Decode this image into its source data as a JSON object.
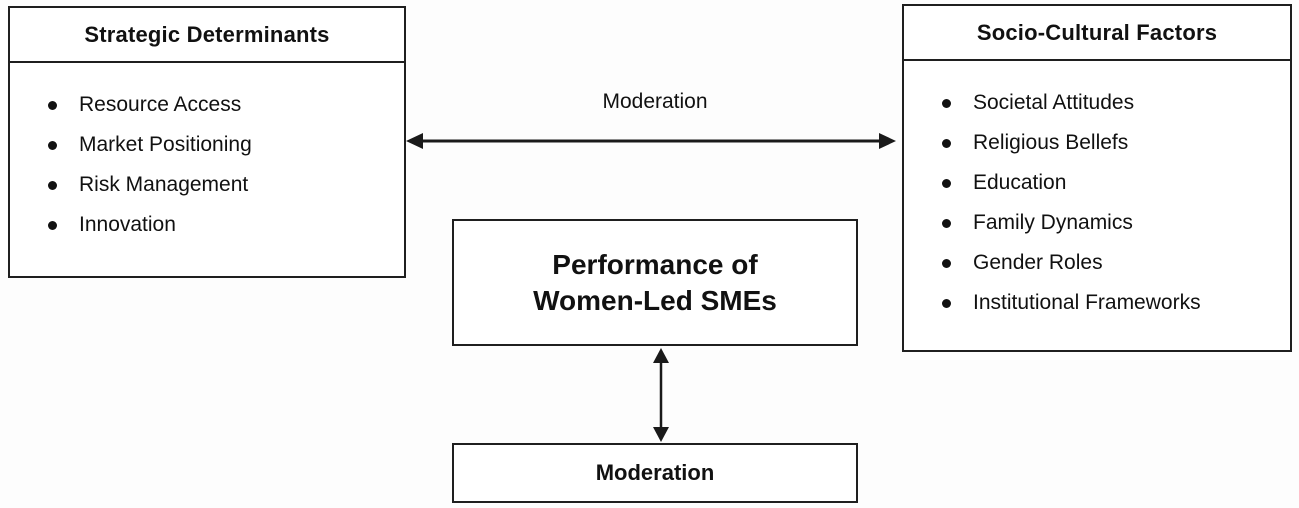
{
  "diagram": {
    "strategic_box": {
      "title": "Strategic Determinants",
      "items": [
        "Resource Access",
        "Market Positioning",
        "Risk Management",
        "Innovation"
      ]
    },
    "socio_box": {
      "title": "Socio-Cultural Factors",
      "items": [
        "Societal Attitudes",
        "Religious Bellefs",
        "Education",
        "Family Dynamics",
        "Gender Roles",
        "Institutional Frameworks"
      ]
    },
    "performance_box": {
      "title": "Performance of Women-Led SMEs"
    },
    "moderation_box": {
      "title": "Moderation"
    },
    "horizontal_arrow_label": "Moderation",
    "colors": {
      "border": "#1f1f1f",
      "text": "#111111",
      "background": "#ffffff"
    }
  }
}
